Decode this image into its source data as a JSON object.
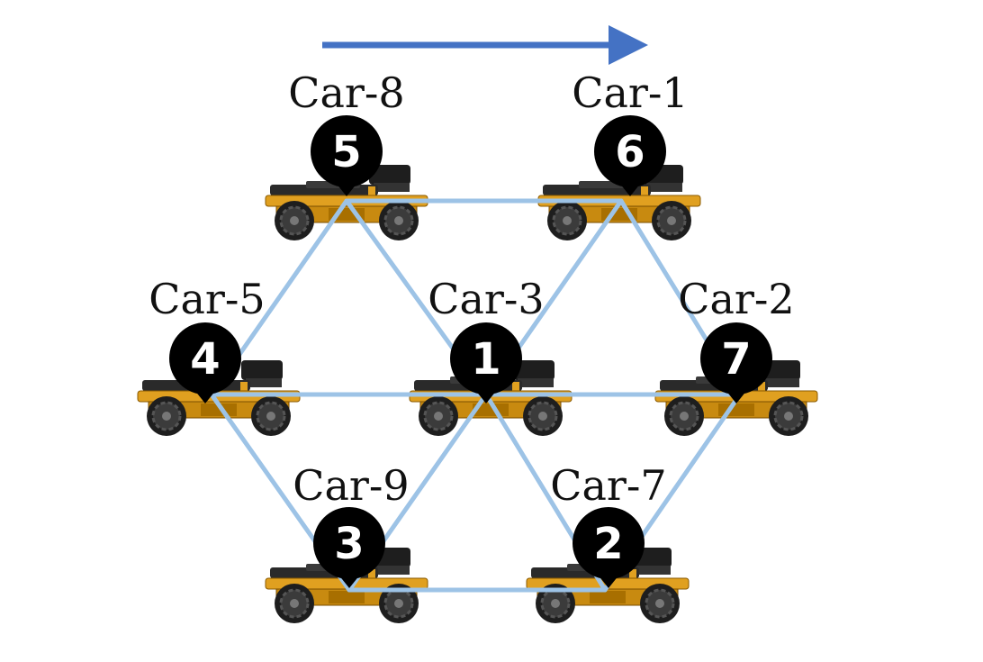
{
  "colors": {
    "arrow": "#4472c4",
    "edge": "#9dc3e6",
    "badge": "#000000",
    "badge_text": "#ffffff",
    "car_body": "#e0a020",
    "car_dark": "#1e1e1e"
  },
  "nodes": [
    {
      "id": "car-8",
      "label": "Car-8",
      "number": "5"
    },
    {
      "id": "car-1",
      "label": "Car-1",
      "number": "6"
    },
    {
      "id": "car-5",
      "label": "Car-5",
      "number": "4"
    },
    {
      "id": "car-3",
      "label": "Car-3",
      "number": "1"
    },
    {
      "id": "car-2",
      "label": "Car-2",
      "number": "7"
    },
    {
      "id": "car-9",
      "label": "Car-9",
      "number": "3"
    },
    {
      "id": "car-7",
      "label": "Car-7",
      "number": "2"
    }
  ],
  "edges": [
    [
      "car-8",
      "car-1"
    ],
    [
      "car-8",
      "car-5"
    ],
    [
      "car-8",
      "car-3"
    ],
    [
      "car-1",
      "car-3"
    ],
    [
      "car-1",
      "car-2"
    ],
    [
      "car-5",
      "car-3"
    ],
    [
      "car-3",
      "car-2"
    ],
    [
      "car-5",
      "car-9"
    ],
    [
      "car-3",
      "car-9"
    ],
    [
      "car-3",
      "car-7"
    ],
    [
      "car-2",
      "car-7"
    ],
    [
      "car-9",
      "car-7"
    ]
  ],
  "direction_arrow": {
    "direction": "right",
    "icon": "right-arrow-icon"
  }
}
